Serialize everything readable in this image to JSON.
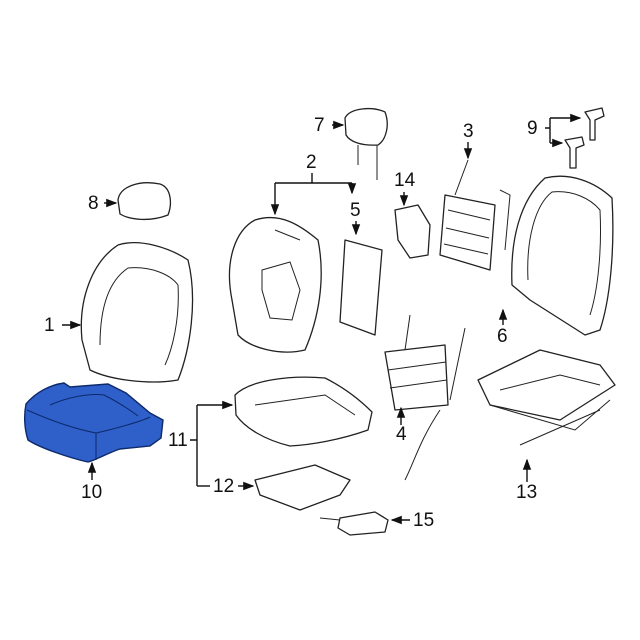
{
  "title": "Seat cushion parts diagram",
  "highlight_color": "#2f5fc8",
  "callouts": {
    "c1": "1",
    "c2": "2",
    "c3": "3",
    "c4": "4",
    "c5": "5",
    "c6": "6",
    "c7": "7",
    "c8": "8",
    "c9": "9",
    "c10": "10",
    "c11": "11",
    "c12": "12",
    "c13": "13",
    "c14": "14",
    "c15": "15"
  }
}
